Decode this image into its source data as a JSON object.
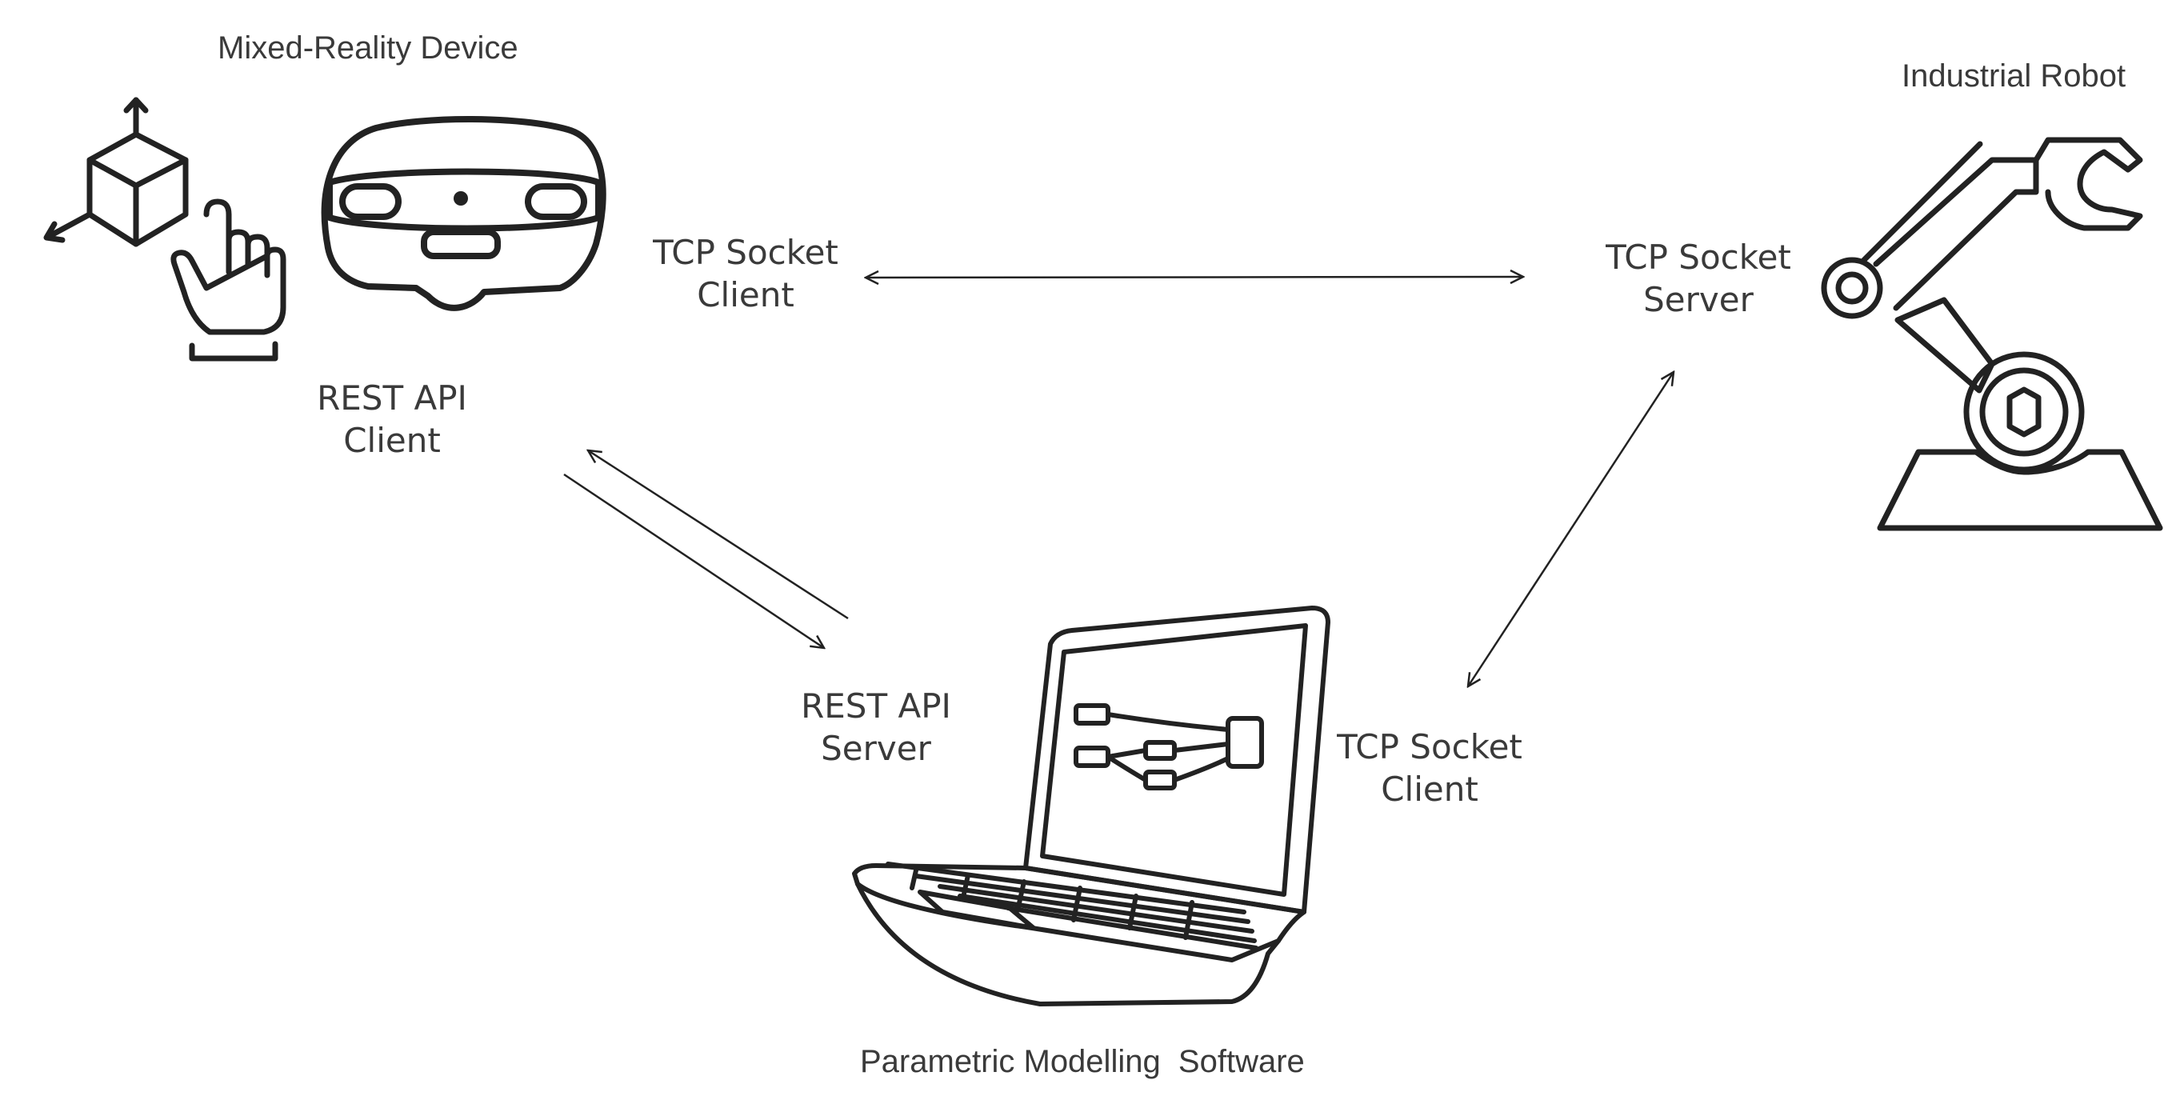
{
  "nodes": {
    "mixed_reality_device": {
      "title": "Mixed-Reality Device",
      "role_line1": "REST API",
      "role_line2": "Client",
      "socket_line1": "TCP Socket",
      "socket_line2": "Client"
    },
    "industrial_robot": {
      "title": "Industrial Robot",
      "socket_line1": "TCP Socket",
      "socket_line2": "Server"
    },
    "parametric_modelling_software": {
      "title": "Parametric Modelling  Software",
      "api_line1": "REST API",
      "api_line2": "Server",
      "socket_line1": "TCP Socket",
      "socket_line2": "Client"
    }
  },
  "icons": {
    "cube_gesture": "3d-cube-gesture-icon",
    "headset": "mixed-reality-headset-icon",
    "robot": "industrial-robot-arm-icon",
    "laptop": "laptop-node-graph-icon"
  },
  "colors": {
    "stroke": "#222222",
    "text": "#3a3a3a",
    "background": "#ffffff"
  }
}
